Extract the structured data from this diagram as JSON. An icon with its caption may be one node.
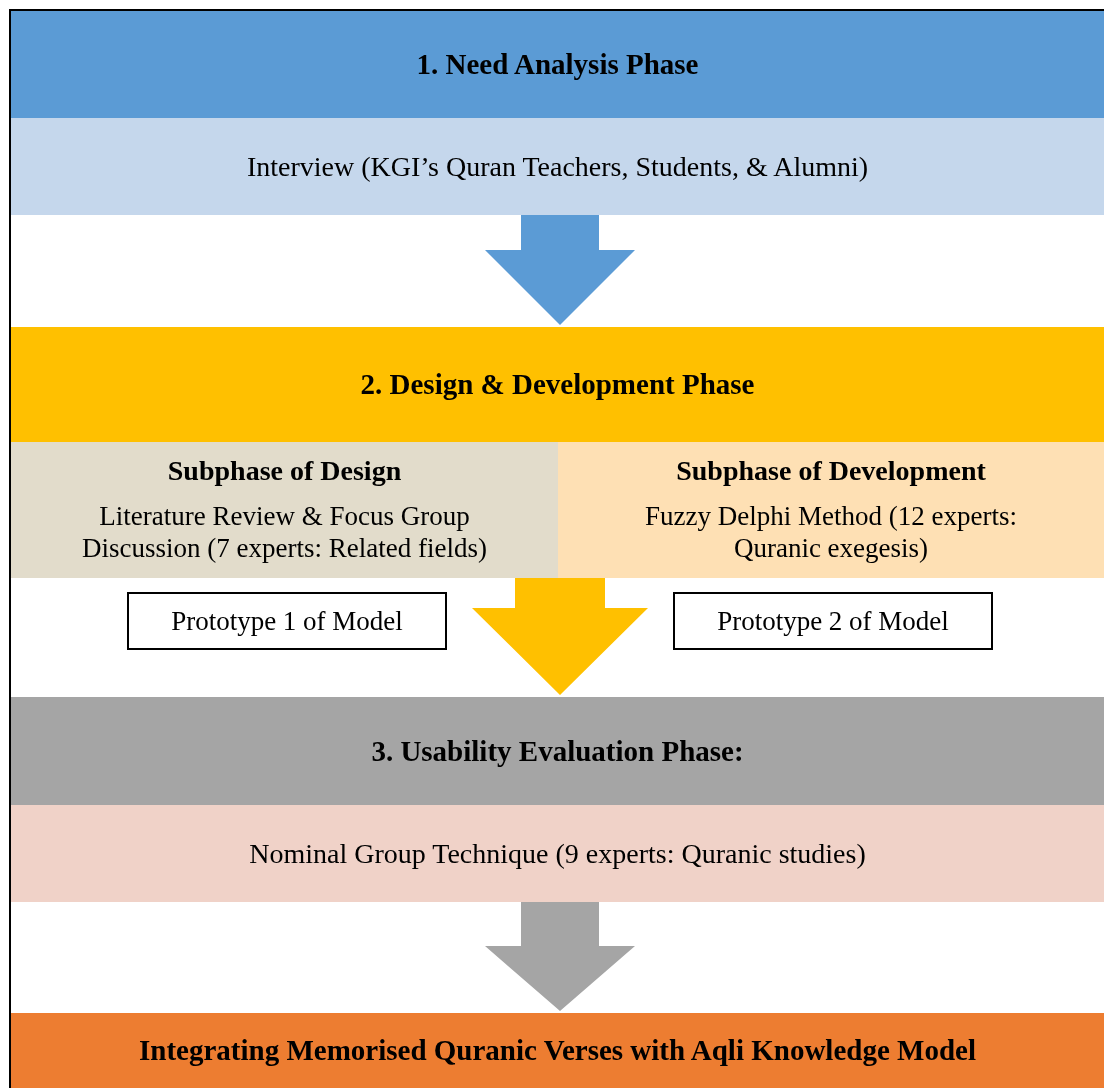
{
  "diagram": {
    "nodes": [
      {
        "text": [
          "1. Need Analysis Phase"
        ]
      },
      {
        "text": [
          "Interview (KGI’s Quran Teachers, Students, & Alumni)"
        ],
        "in": 0
      },
      {
        "text": [
          "2. Design & Development Phase"
        ]
      },
      {
        "text": [
          "Subphase of Design",
          "Literature Review & Focus Group Discussion (7 experts: Related fields)"
        ],
        "in": 2
      },
      {
        "text": [
          "Subphase of Development",
          "Fuzzy Delphi Method (12 experts: Quranic exegesis)"
        ],
        "in": 2
      },
      {
        "text": [
          "Prototype 1 of Model"
        ]
      },
      {
        "text": [
          "Prototype 2 of Model"
        ]
      },
      {
        "text": [
          "3. Usability Evaluation Phase:"
        ]
      },
      {
        "text": [
          "Nominal Group Technique (9 experts: Quranic studies)"
        ],
        "in": 7
      },
      {
        "text": [
          "Integrating Memorised Quranic Verses with Aqli Knowledge Model"
        ]
      }
    ],
    "edges": [
      {
        "from": 0,
        "to": 2,
        "arrow": "to",
        "color": "#5b9bd5"
      },
      {
        "from": 2,
        "to": 7,
        "arrow": "to",
        "color": "#ffc000"
      },
      {
        "from": 7,
        "to": 9,
        "arrow": "to",
        "color": "#a5a5a5"
      }
    ]
  }
}
